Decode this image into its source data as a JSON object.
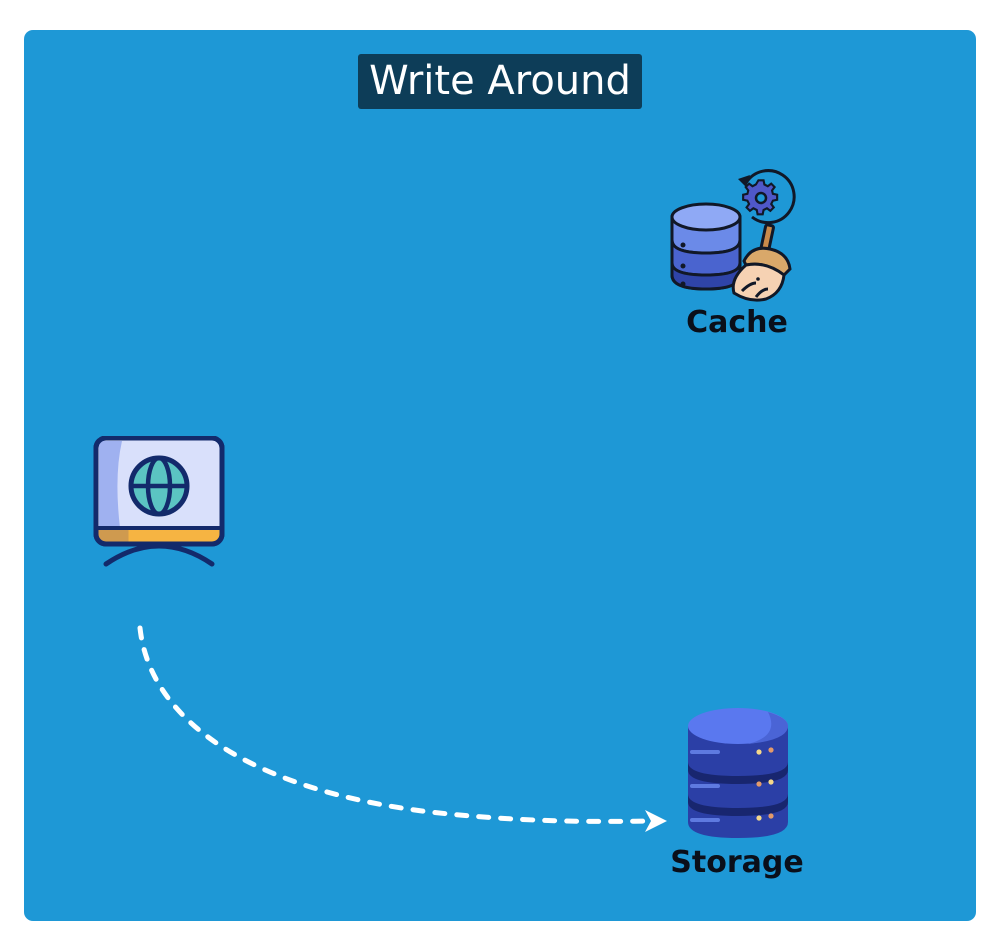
{
  "diagram": {
    "title": "Write Around",
    "background_color": "#1e98d6",
    "title_box_color": "#0d3d58",
    "nodes": {
      "client": {
        "label": "",
        "icon": "globe-monitor-icon"
      },
      "cache": {
        "label": "Cache",
        "icon": "database-broom-gear-icon"
      },
      "storage": {
        "label": "Storage",
        "icon": "database-server-icon"
      }
    },
    "edges": [
      {
        "from": "client",
        "to": "storage",
        "style": "dashed",
        "color": "#ffffff",
        "arrowhead": true
      }
    ]
  }
}
